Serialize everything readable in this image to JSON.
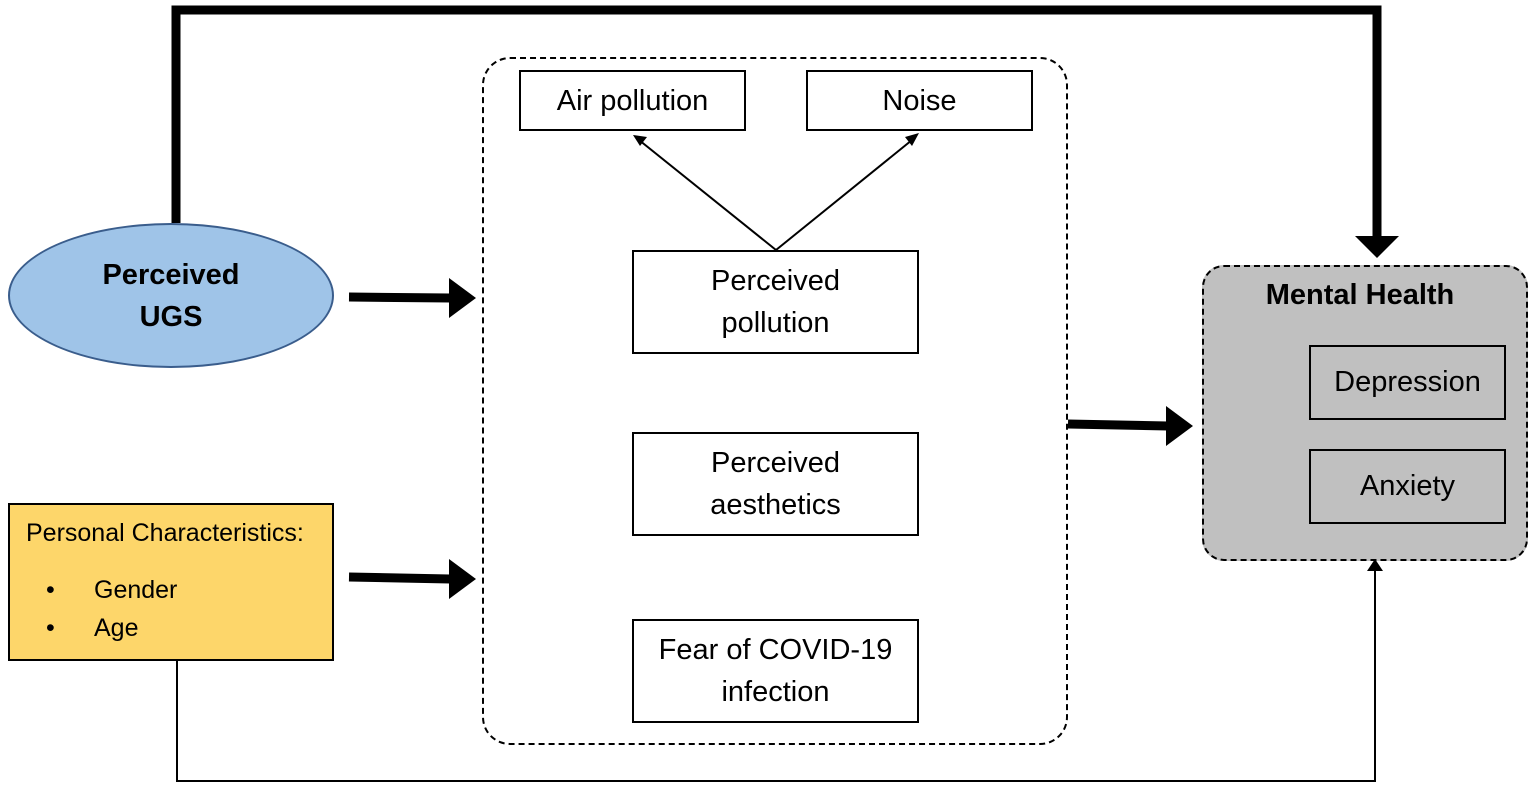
{
  "nodes": {
    "perceived_ugs": {
      "line1": "Perceived",
      "line2": "UGS"
    },
    "air_pollution": "Air pollution",
    "noise": "Noise",
    "perceived_pollution": {
      "line1": "Perceived",
      "line2": "pollution"
    },
    "perceived_aesthetics": {
      "line1": "Perceived",
      "line2": "aesthetics"
    },
    "fear_covid": {
      "line1": "Fear of COVID-19",
      "line2": "infection"
    },
    "mental_health": {
      "title": "Mental Health",
      "items": [
        "Depression",
        "Anxiety"
      ]
    },
    "personal_characteristics": {
      "title": "Personal Characteristics:",
      "items": [
        "Gender",
        "Age"
      ]
    }
  },
  "colors": {
    "ugs_fill": "#9fc4e8",
    "ugs_border": "#3a5d8c",
    "personal_fill": "#fdd66a",
    "mental_health_fill": "#c0c0c0",
    "line": "#000000"
  }
}
